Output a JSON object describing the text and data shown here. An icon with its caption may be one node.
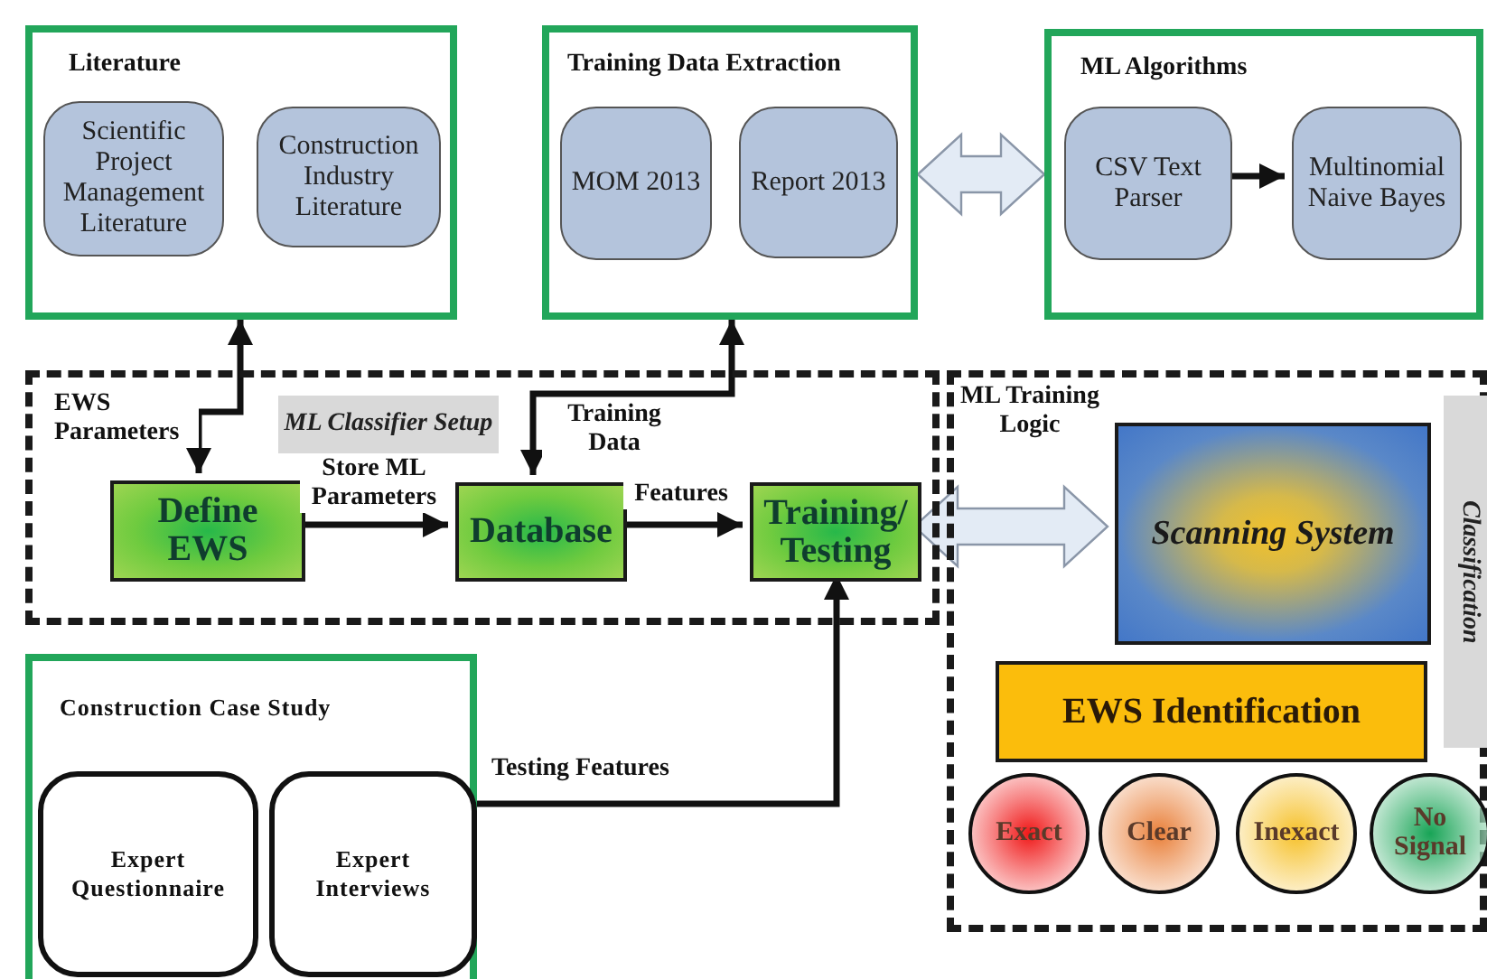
{
  "diagram": {
    "nodes": [
      {
        "text": [
          "Literature"
        ]
      },
      {
        "text": [
          "Scientific Project Management Literature"
        ],
        "in": 0
      },
      {
        "text": [
          "Construction Industry Literature"
        ],
        "in": 0
      },
      {
        "text": [
          "Training Data Extraction"
        ]
      },
      {
        "text": [
          "MOM 2013"
        ],
        "in": 3
      },
      {
        "text": [
          "Report 2013"
        ],
        "in": 3
      },
      {
        "text": [
          "ML Algorithms"
        ]
      },
      {
        "text": [
          "CSV Text Parser"
        ],
        "in": 6
      },
      {
        "text": [
          "Multinomial Naive Bayes"
        ],
        "in": 6
      },
      {
        "text": [
          "ML Classifier Setup"
        ]
      },
      {
        "text": [
          "Define EWS"
        ],
        "in": 9
      },
      {
        "text": [
          "Database"
        ],
        "in": 9
      },
      {
        "text": [
          "Training/ Testing"
        ],
        "in": 9
      },
      {
        "text": [
          "Classification"
        ]
      },
      {
        "text": [
          "Scanning System"
        ],
        "in": 13
      },
      {
        "text": [
          "EWS Identification"
        ],
        "in": 13
      },
      {
        "text": [
          "Exact"
        ],
        "in": 13
      },
      {
        "text": [
          "Clear"
        ],
        "in": 13
      },
      {
        "text": [
          "Inexact"
        ],
        "in": 13
      },
      {
        "text": [
          "No Signal"
        ],
        "in": 13
      },
      {
        "text": [
          "Construction Case Study"
        ]
      },
      {
        "text": [
          "Expert Questionnaire"
        ],
        "in": 20
      },
      {
        "text": [
          "Expert Interviews"
        ],
        "in": 20
      }
    ],
    "edges": [
      {
        "from": 0,
        "to": 10,
        "arrow": "both",
        "label": "EWS Parameters"
      },
      {
        "from": 3,
        "to": 11,
        "arrow": "both",
        "label": "Training Data"
      },
      {
        "from": 3,
        "to": 6,
        "arrow": "both",
        "style": "thick",
        "color": "#e3ebf5"
      },
      {
        "from": 7,
        "to": 8,
        "arrow": "to"
      },
      {
        "from": 10,
        "to": 11,
        "arrow": "to",
        "label": "Store ML Parameters"
      },
      {
        "from": 11,
        "to": 12,
        "arrow": "to",
        "label": "Features"
      },
      {
        "from": 12,
        "to": 14,
        "arrow": "both",
        "style": "thick",
        "color": "#e3ebf5",
        "label": "ML Training Logic"
      },
      {
        "from": 20,
        "to": 12,
        "arrow": "to",
        "label": "Testing Features"
      }
    ]
  }
}
